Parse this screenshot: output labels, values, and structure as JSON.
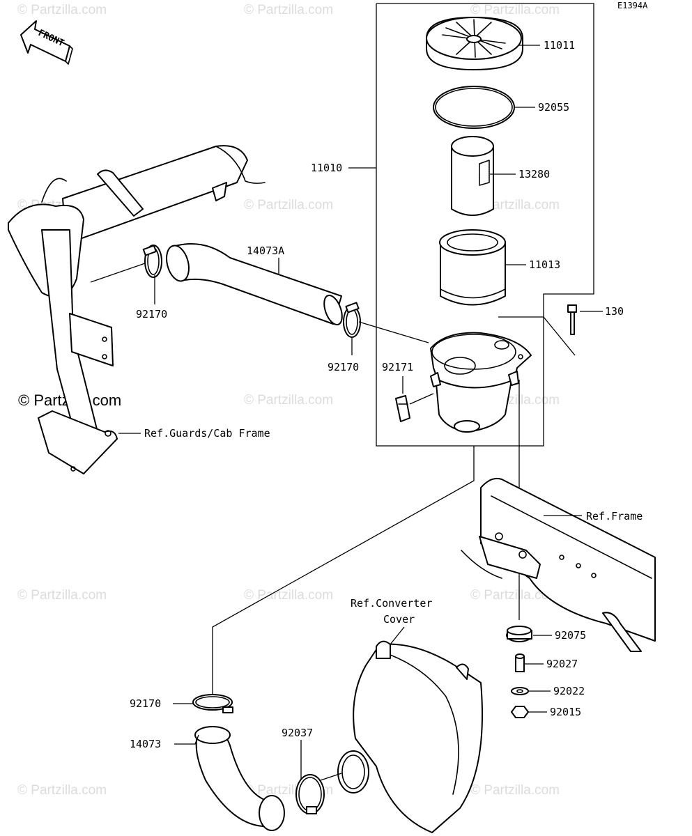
{
  "diagram_code": "E1394A",
  "front_label": "FRONT",
  "watermark_text": "© Partzilla.com",
  "watermark_main": "© Partzilla.com",
  "part_labels": {
    "p11011": "11011",
    "p92055": "92055",
    "p13280": "13280",
    "p11010": "11010",
    "p11013": "11013",
    "p14073A": "14073A",
    "p130": "130",
    "p92170_a": "92170",
    "p92170_b": "92170",
    "p92171": "92171",
    "p92170_c": "92170",
    "p14073": "14073",
    "p92037": "92037",
    "p92075": "92075",
    "p92027": "92027",
    "p92022": "92022",
    "p92015": "92015"
  },
  "references": {
    "guards": "Ref.Guards/Cab Frame",
    "frame": "Ref.Frame",
    "converter_line1": "Ref.Converter",
    "converter_line2": "Cover"
  }
}
